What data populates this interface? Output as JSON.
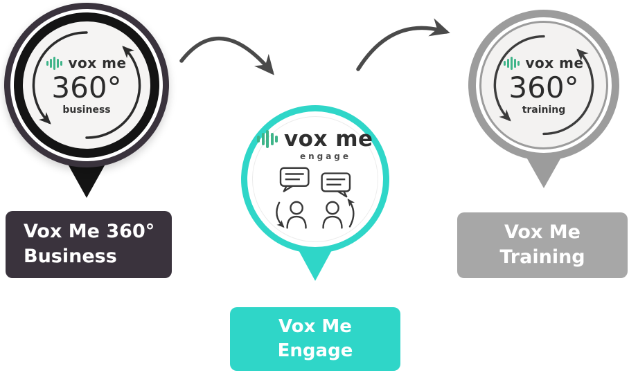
{
  "diagram": {
    "pins": [
      {
        "id": "business",
        "logo": "vox me",
        "degree": "360°",
        "tagline": "business",
        "label_line1": "Vox Me 360°",
        "label_line2": "Business",
        "color": "#3a333d",
        "inner_ring_color": "#141414"
      },
      {
        "id": "engage",
        "logo": "vox me",
        "tagline": "engage",
        "label_line1": "Vox Me",
        "label_line2": "Engage",
        "color": "#2fd6c8"
      },
      {
        "id": "training",
        "logo": "vox me",
        "degree": "360°",
        "tagline": "training",
        "label_line1": "Vox Me",
        "label_line2": "Training",
        "color": "#a7a7a7",
        "ring_color": "#9c9c9c"
      }
    ],
    "colors": {
      "green_wave": "#3eb489",
      "arrow": "#4a4a4a",
      "text_dark": "#2f2f2f",
      "background": "#ffffff"
    }
  }
}
